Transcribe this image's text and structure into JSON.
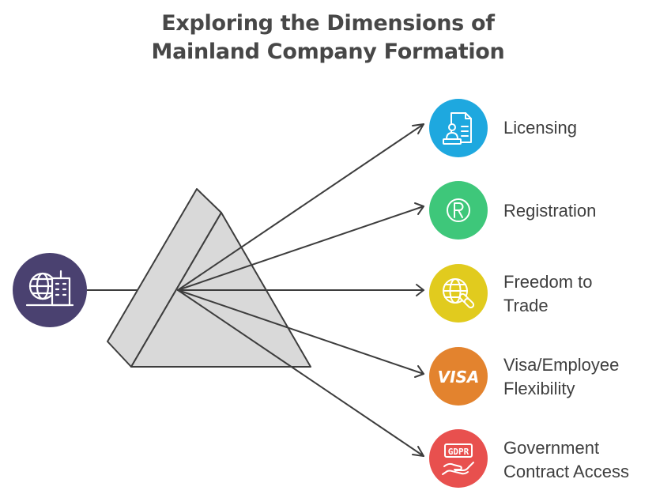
{
  "title": {
    "line1": "Exploring the Dimensions of",
    "line2": "Mainland Company Formation"
  },
  "source": {
    "icon": "globe-building-icon",
    "color": "#4a4170"
  },
  "prism": {
    "fill": "#d9d9d9",
    "stroke": "#3d3d3d"
  },
  "items": [
    {
      "label": "Licensing",
      "icon": "certificate-icon",
      "color": "#1ea8df"
    },
    {
      "label": "Registration",
      "icon": "registered-mark-icon",
      "color": "#3ec77a"
    },
    {
      "label": "Freedom to Trade",
      "line1": "Freedom to",
      "line2": "Trade",
      "icon": "globe-link-icon",
      "color": "#e1cb1e"
    },
    {
      "label": "Visa/Employee Flexibility",
      "line1": "Visa/Employee",
      "line2": "Flexibility",
      "icon": "visa-icon",
      "icon_text": "VISA",
      "color": "#e3832e"
    },
    {
      "label": "Government Contract Access",
      "line1": "Government",
      "line2": "Contract Access",
      "icon": "gdpr-hand-icon",
      "icon_text": "GDPR",
      "color": "#e8504e"
    }
  ]
}
